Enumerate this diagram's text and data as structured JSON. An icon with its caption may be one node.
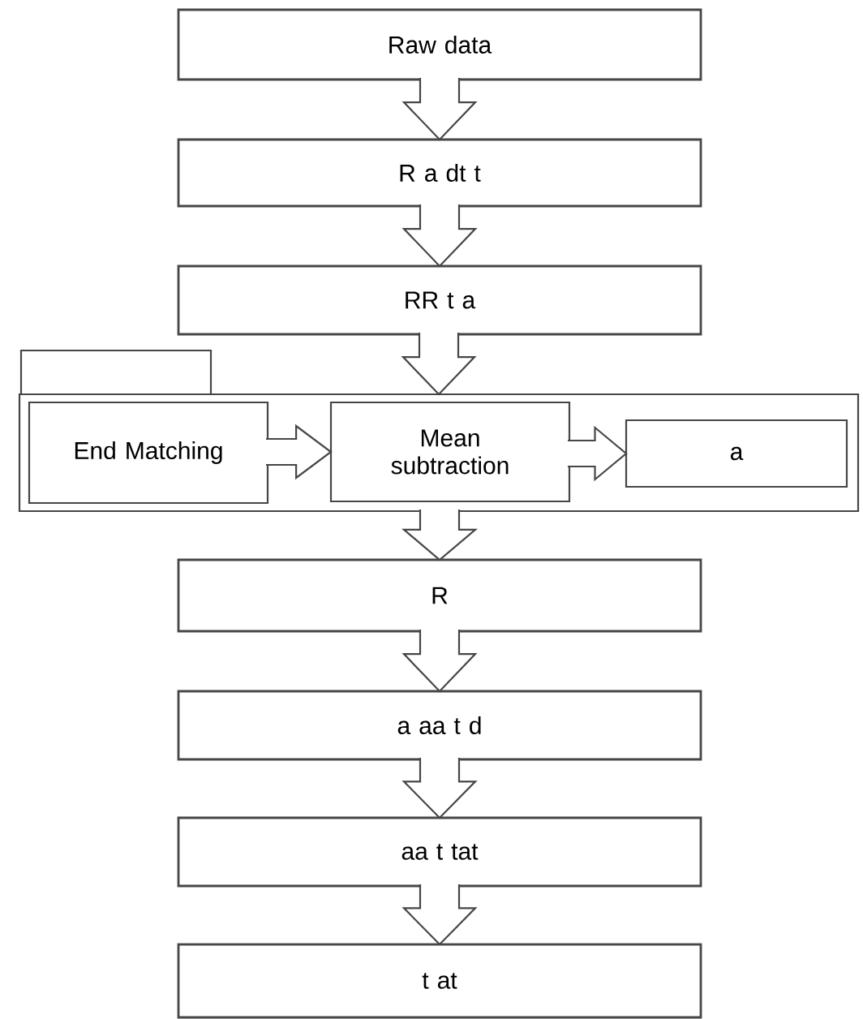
{
  "diagram": {
    "nodes": [
      {
        "text": [
          "Raw data"
        ]
      },
      {
        "text": [
          "R a dt t"
        ]
      },
      {
        "text": [
          "RR t a"
        ]
      },
      {
        "text": [],
        "shape": "box"
      },
      {
        "text": [
          "End Matching"
        ],
        "in": 3
      },
      {
        "text": [
          "Mean subtraction"
        ],
        "in": 3
      },
      {
        "text": [
          "a"
        ],
        "in": 3
      },
      {
        "text": [
          "R"
        ]
      },
      {
        "text": [
          "a aa t d"
        ]
      },
      {
        "text": [
          "aa t tat"
        ]
      },
      {
        "text": [
          "t at"
        ]
      }
    ],
    "edges": [
      {
        "from": 0,
        "to": 1,
        "arrow": "to"
      },
      {
        "from": 1,
        "to": 2,
        "arrow": "to"
      },
      {
        "from": 2,
        "to": 3,
        "arrow": "to"
      },
      {
        "from": 4,
        "to": 5,
        "arrow": "to"
      },
      {
        "from": 5,
        "to": 6,
        "arrow": "to"
      },
      {
        "from": 3,
        "to": 7,
        "arrow": "to"
      },
      {
        "from": 7,
        "to": 8,
        "arrow": "to"
      },
      {
        "from": 8,
        "to": 9,
        "arrow": "to"
      },
      {
        "from": 9,
        "to": 10,
        "arrow": "to"
      }
    ]
  }
}
